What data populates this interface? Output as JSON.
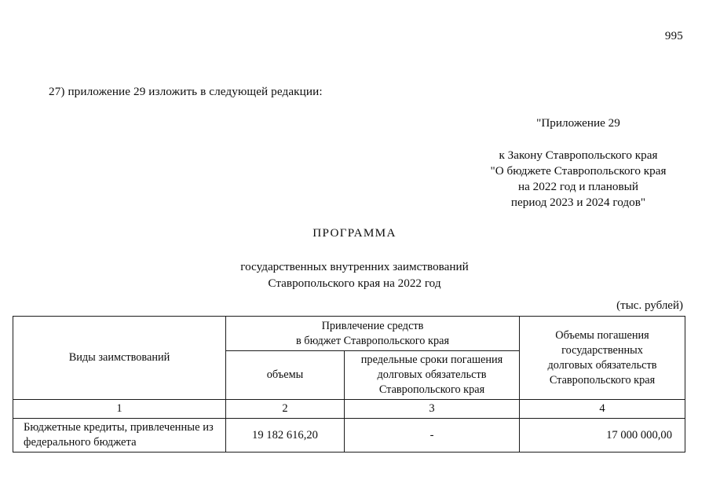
{
  "page": {
    "number": "995"
  },
  "intro": {
    "text": "27) приложение 29 изложить в следующей редакции:"
  },
  "reference": {
    "title": "\"Приложение 29",
    "lines": [
      "к Закону Ставропольского края",
      "\"О бюджете Ставропольского края",
      "на 2022 год и плановый",
      "период 2023 и 2024 годов\""
    ]
  },
  "doc_title": {
    "main": "ПРОГРАММА",
    "subtitle_lines": [
      "государственных внутренних заимствований",
      "Ставропольского края на 2022 год"
    ]
  },
  "units": {
    "label": "(тыс. рублей)"
  },
  "table": {
    "headers": {
      "kind": "Виды заимствований",
      "attraction_group_lines": [
        "Привлечение средств",
        "в бюджет Ставропольского края"
      ],
      "volumes": "объемы",
      "terms_lines": [
        "предельные сроки погашения",
        "долговых обязательств",
        "Ставропольского края"
      ],
      "repayment_lines": [
        "Объемы погашения",
        "государственных",
        "долговых обязательств",
        "Ставропольского края"
      ]
    },
    "column_numbers": [
      "1",
      "2",
      "3",
      "4"
    ],
    "rows": [
      {
        "kind_lines": [
          "Бюджетные кредиты, привлеченные из",
          "федерального бюджета"
        ],
        "volume": "19 182 616,20",
        "terms": "-",
        "repayment": "17 000 000,00"
      }
    ]
  }
}
